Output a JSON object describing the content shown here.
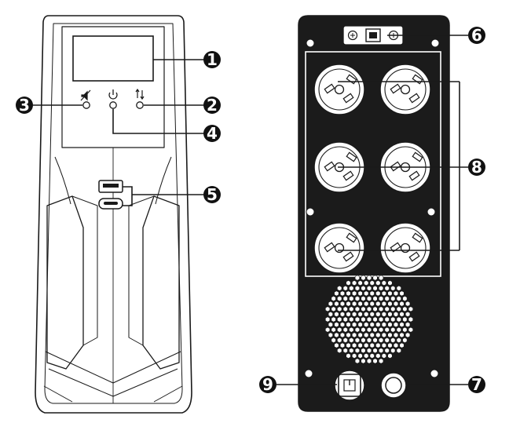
{
  "colors": {
    "line": "#1a1a1a",
    "back_panel": "#1b1b1b",
    "outlet": "#ffffff",
    "callout_fill": "#111111",
    "callout_text": "#ffffff",
    "background": "#ffffff"
  },
  "icons": {
    "mute": "speaker-mute-icon",
    "power": "power-icon",
    "transfer": "transfer-arrows-icon"
  },
  "callouts": {
    "lcd_display": "1",
    "ac_indicator": "2",
    "mute_indicator": "3",
    "power_indicator": "4",
    "usb_ports": "5",
    "usb_connector": "6",
    "input_fuse": "7",
    "ac_outlets": "8",
    "power_inlet": "9"
  }
}
